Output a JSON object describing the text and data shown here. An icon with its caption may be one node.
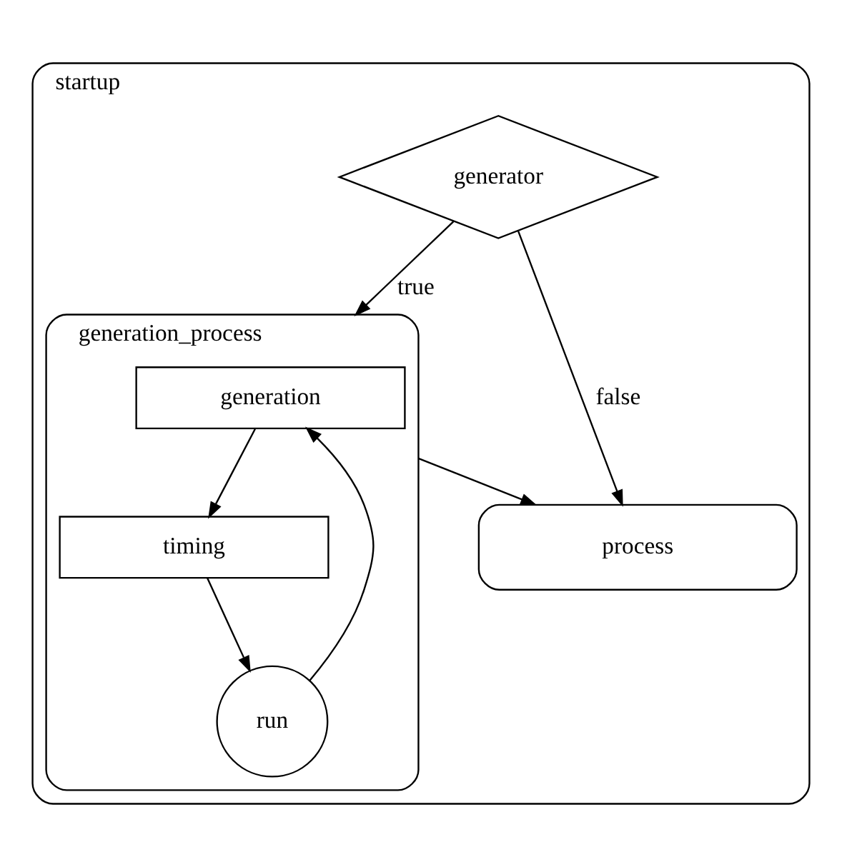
{
  "diagram": {
    "nodes": [
      {
        "text": [
          "startup"
        ]
      },
      {
        "text": [
          "generator"
        ],
        "in": 0
      },
      {
        "text": [
          "generation_process"
        ],
        "in": 0
      },
      {
        "text": [
          "generation"
        ],
        "in": 2
      },
      {
        "text": [
          "timing"
        ],
        "in": 2
      },
      {
        "text": [
          "run"
        ],
        "in": 2
      },
      {
        "text": [
          "process"
        ],
        "in": 0
      }
    ],
    "edges": [
      {
        "from": 1,
        "to": 2,
        "arrow": "to",
        "label": "true"
      },
      {
        "from": 1,
        "to": 6,
        "arrow": "to",
        "label": "false"
      },
      {
        "from": 2,
        "to": 6,
        "arrow": "to"
      },
      {
        "from": 3,
        "to": 4,
        "arrow": "to"
      },
      {
        "from": 4,
        "to": 5,
        "arrow": "to"
      },
      {
        "from": 5,
        "to": 3,
        "arrow": "to"
      }
    ]
  }
}
